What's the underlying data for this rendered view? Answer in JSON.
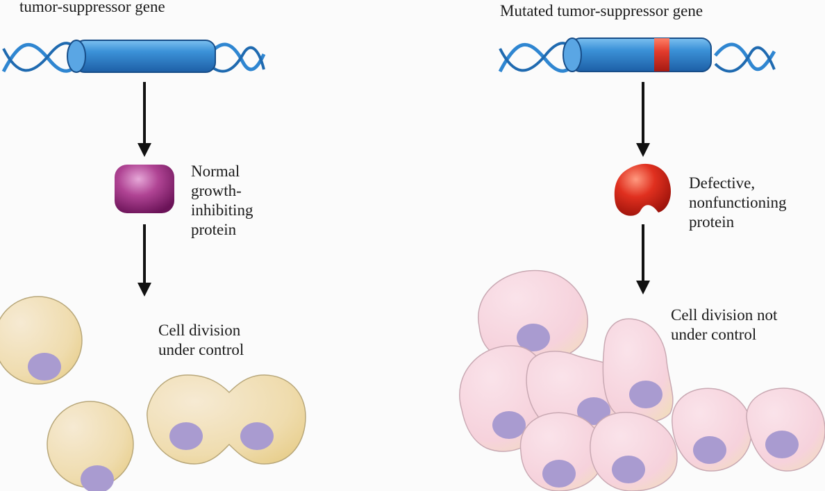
{
  "left_panel": {
    "gene_label": "tumor-suppressor gene",
    "protein_label": "Normal\ngrowth-\ninhibiting\nprotein",
    "outcome_label": "Cell division\nunder control"
  },
  "right_panel": {
    "gene_label": "Mutated tumor-suppressor gene",
    "protein_label": "Defective,\nnonfunctioning\nprotein",
    "outcome_label": "Cell division not\nunder control"
  },
  "colors": {
    "dna_blue": "#2f86d1",
    "mutation_red": "#e03b2c",
    "normal_protein": "#a02b82",
    "defective_protein": "#d8281c",
    "normal_cell": "#f1dfb6",
    "cancer_cell": "#f6d3dc",
    "nucleus": "#a99bd0",
    "arrow": "#111111"
  }
}
